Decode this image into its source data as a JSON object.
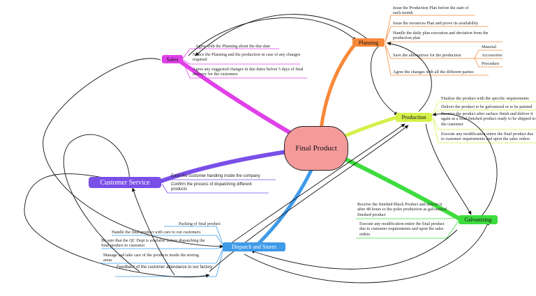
{
  "central": "Final Product",
  "branches": {
    "sales": {
      "label": "Sales",
      "color": "#e040e8",
      "items": [
        "Agree with the Planning about the due date",
        "Notice the Planning and the production in case of any changes required",
        "Agree any suggested changes in due dates before 5 days of final delivery for the customers"
      ]
    },
    "planning": {
      "label": "Planning",
      "color": "#f7893a",
      "items": [
        "Issue the Production Plan before the start of each month",
        "Issue the resources Plan and prove its availability",
        "Handle the daily plan execution and deviation from the production plan",
        "Save the alternatives for the production",
        "Agree the changes with all the different parties"
      ],
      "sub_items": [
        "Material",
        "Accessories",
        "Procedure"
      ]
    },
    "production": {
      "label": "Production",
      "color": "#d6f04a",
      "items": [
        "Finalize the product with the specific requirements",
        "Deliver the product to be galvanized or to be painted",
        "Receive the product after surface finish and deliver it again as a final finished product ready to be shipped to the customer",
        "Execute any modification entire the final product due to customer requirements and upon the sales orders"
      ]
    },
    "galvanizing": {
      "label": "Galvanizing",
      "color": "#3fdc3f",
      "items": [
        "Receive the finished Black Product and deliver it after 48 hours to the poles production as galvanized finished product",
        "Execute any modification entire the final product due to customer requirements and upon the sales orders"
      ]
    },
    "customer_service": {
      "label": "Customer Service",
      "color": "#7a4fe8",
      "items": [
        "Ease the customer handling inside the company",
        "Confirm the process of dispatching different products"
      ]
    },
    "dispatch": {
      "label": "Dispatch and Stores",
      "color": "#3f9ae8",
      "items": [
        "Packing of final product",
        "Handle the final product with care to our customers",
        "Be sure that the QC Dept is available before dispatching the final product to customer",
        "Manage and take care of the products inside the storing areas",
        "Feedback of the customer attendance to our factory"
      ]
    }
  }
}
